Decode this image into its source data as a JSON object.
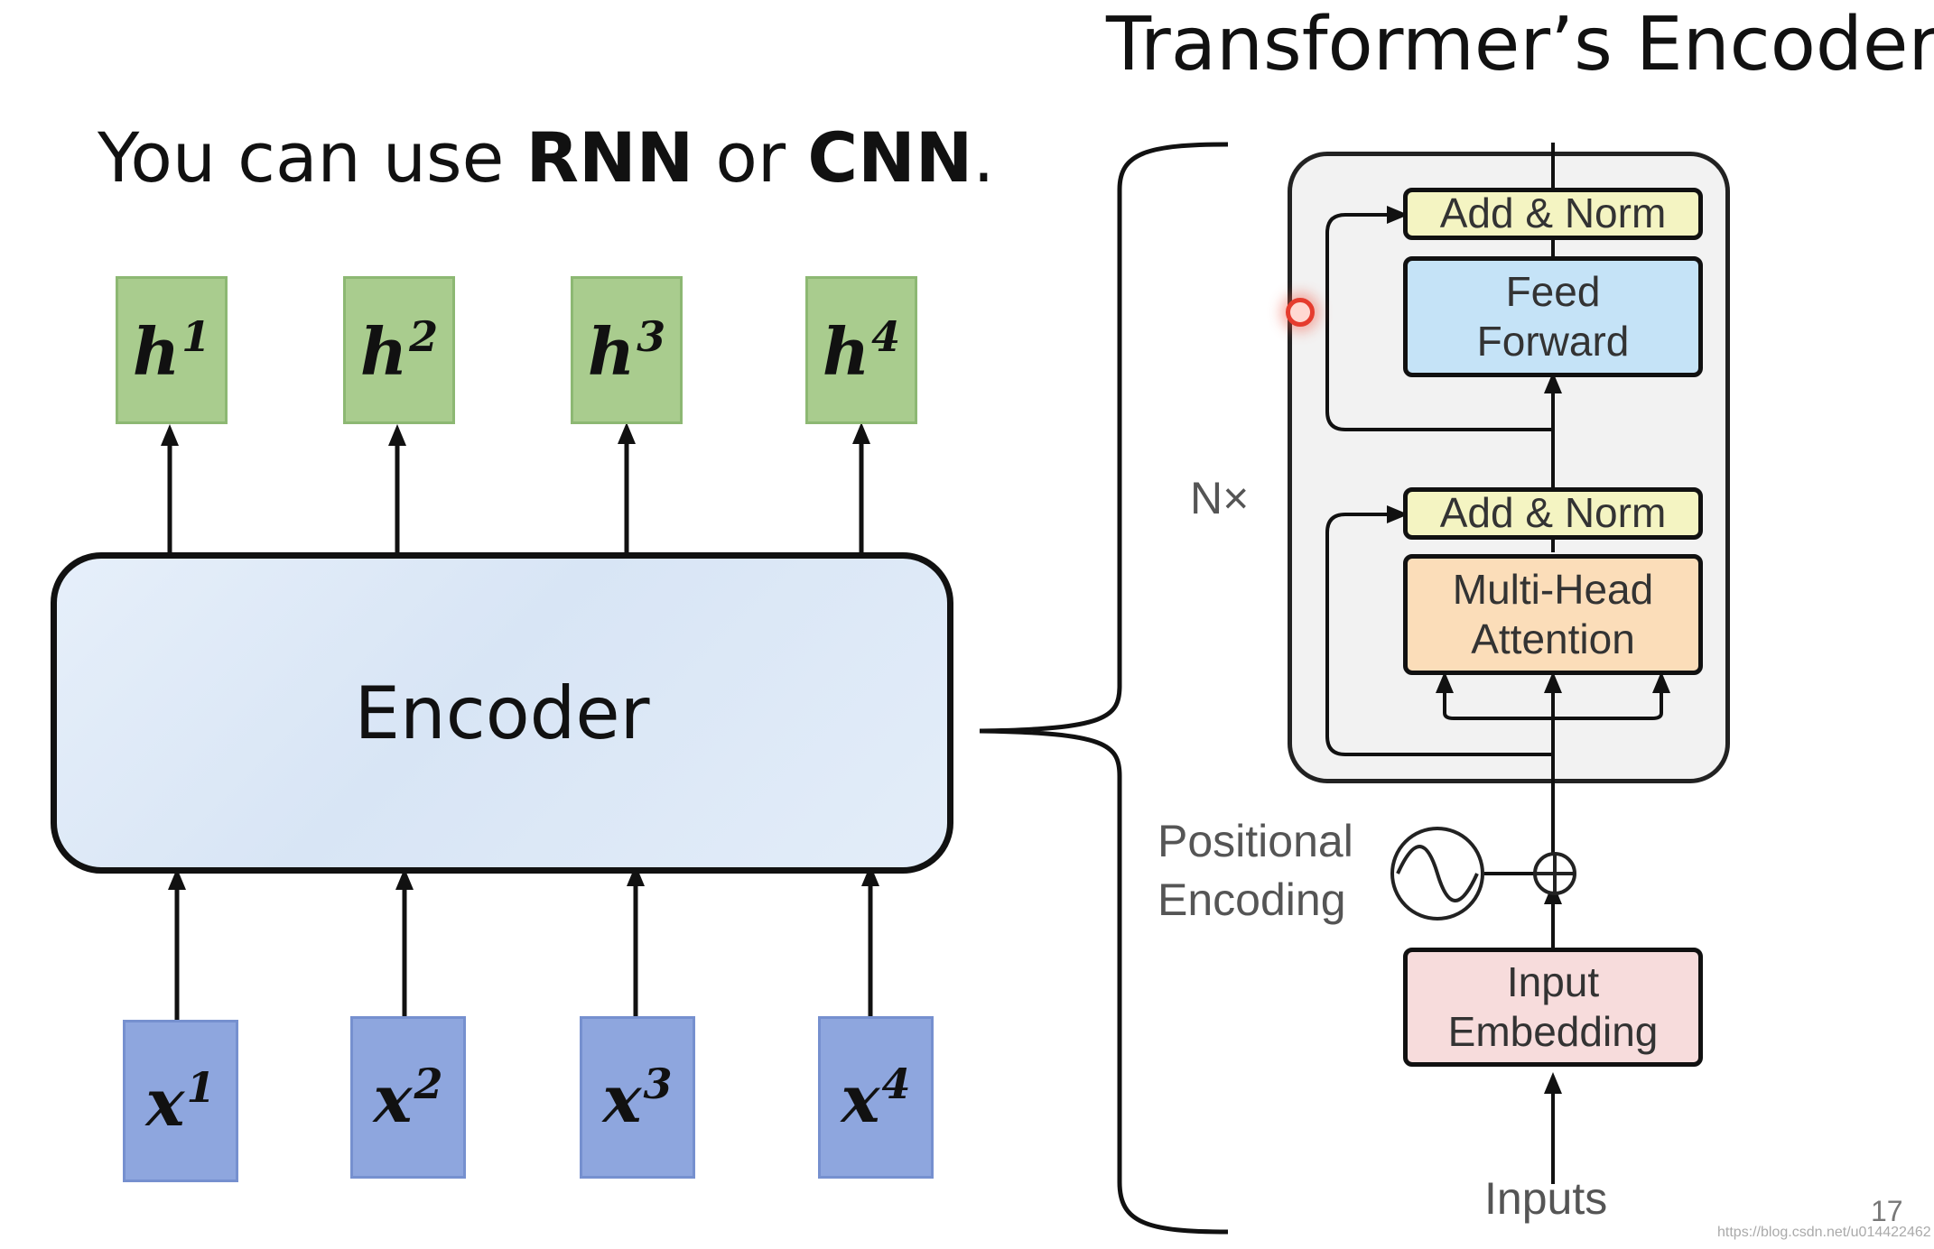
{
  "heading": "Transformer’s Encoder",
  "subtitle": {
    "prefix": "You can use ",
    "bold1": "RNN",
    "middle": " or ",
    "bold2": "CNN",
    "suffix": "."
  },
  "outputs": [
    {
      "base": "h",
      "sup": "1"
    },
    {
      "base": "h",
      "sup": "2"
    },
    {
      "base": "h",
      "sup": "3"
    },
    {
      "base": "h",
      "sup": "4"
    }
  ],
  "inputs_vectors": [
    {
      "base": "x",
      "sup": "1"
    },
    {
      "base": "x",
      "sup": "2"
    },
    {
      "base": "x",
      "sup": "3"
    },
    {
      "base": "x",
      "sup": "4"
    }
  ],
  "encoder_label": "Encoder",
  "transformer": {
    "add_norm_top": "Add & Norm",
    "feed_forward": [
      "Feed",
      "Forward"
    ],
    "add_norm_bottom": "Add & Norm",
    "mha": [
      "Multi-Head",
      "Attention"
    ],
    "nx": "N×",
    "positional_encoding": [
      "Positional",
      "Encoding"
    ],
    "input_embedding": [
      "Input",
      "Embedding"
    ],
    "inputs": "Inputs"
  },
  "slide_number": "17",
  "watermark": "https://blog.csdn.net/u014422462",
  "colors": {
    "output_box": "#a9cc8e",
    "input_box": "#8ea6de",
    "encoder_fill": "#dde8f6",
    "add_norm": "#f4f4c2",
    "feed_forward": "#c5e3f7",
    "multi_head_attention": "#fbddb9",
    "input_embedding": "#f7dcdc",
    "pointer": "#e53c2e"
  }
}
